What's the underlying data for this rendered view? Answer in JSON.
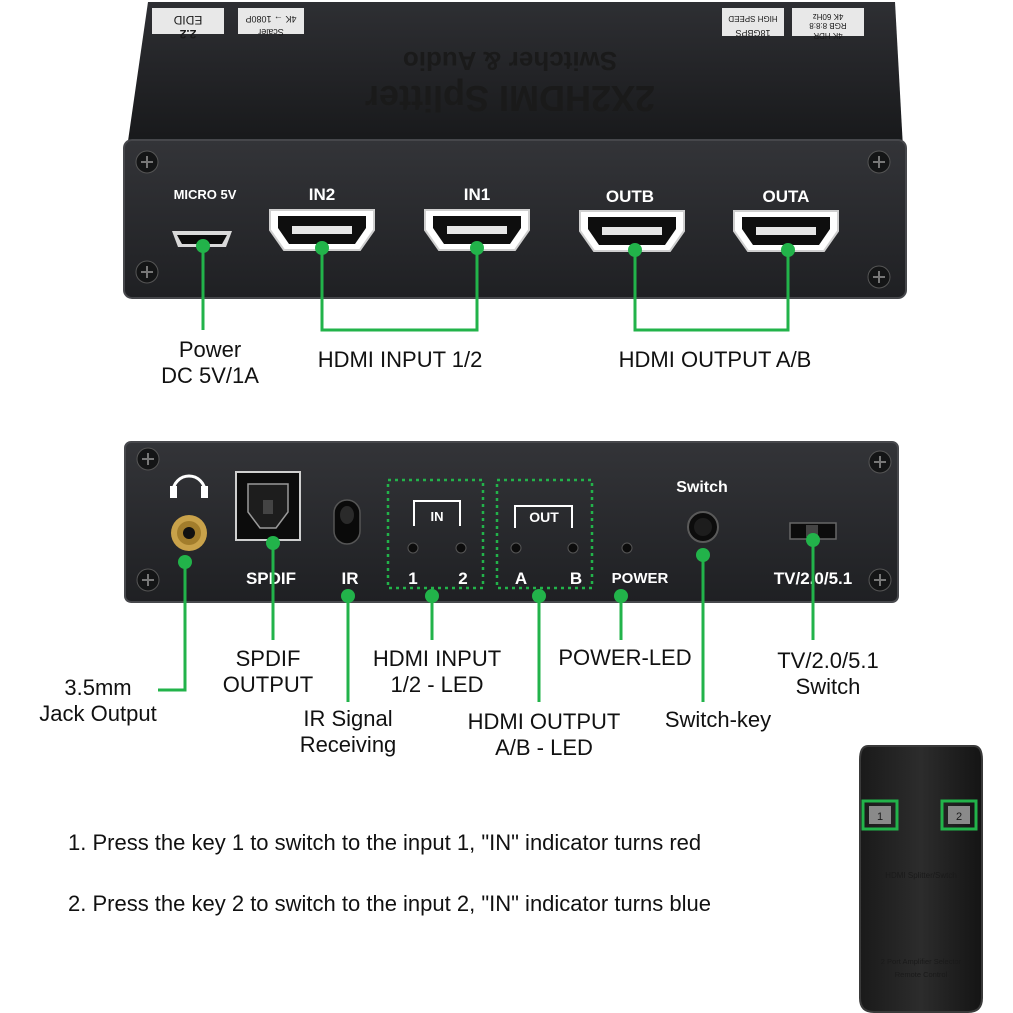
{
  "top_panel": {
    "title": "2X2HDMI Splitter",
    "subtitle": "Switcher & Audio",
    "badges": [
      "EDID",
      "2.2",
      "4K → 1080P",
      "Scaler",
      "HIGH SPEED",
      "18GBPS",
      "4K 60Hz",
      "RGB 8:8:8",
      "4K HDR"
    ],
    "port_labels": {
      "micro": "MICRO 5V",
      "in2": "IN2",
      "in1": "IN1",
      "outb": "OUTB",
      "outa": "OUTA"
    }
  },
  "top_callouts": {
    "power": [
      "Power",
      "DC 5V/1A"
    ],
    "hdmi_input": "HDMI INPUT 1/2",
    "hdmi_output": "HDMI OUTPUT A/B"
  },
  "bottom_panel": {
    "spdif": "SPDIF",
    "ir": "IR",
    "in_box": "IN",
    "in_1": "1",
    "in_2": "2",
    "out_box": "OUT",
    "out_a": "A",
    "out_b": "B",
    "power": "POWER",
    "switch": "Switch",
    "tv_switch": "TV/2.0/5.1"
  },
  "bottom_callouts": {
    "jack": [
      "3.5mm",
      "Jack Output"
    ],
    "spdif_output": [
      "SPDIF",
      "OUTPUT"
    ],
    "ir_signal": [
      "IR Signal",
      "Receiving"
    ],
    "input_led": [
      "HDMI INPUT",
      "1/2 - LED"
    ],
    "output_led": [
      "HDMI OUTPUT",
      "A/B - LED"
    ],
    "power_led": "POWER-LED",
    "switch_key": "Switch-key",
    "tv_switch": [
      "TV/2.0/5.1",
      "Switch"
    ]
  },
  "notes": [
    "1. Press the key 1 to switch to the input 1, \"IN\" indicator turns red",
    "2. Press the key 2 to switch to the input 2, \"IN\" indicator turns blue"
  ],
  "remote": {
    "key1": "1",
    "key2": "2",
    "label": "HDMI Splitter/Swtch",
    "footer_line1": "2 Port Amplifier Selector",
    "footer_line2": "Remote Control"
  },
  "colors": {
    "accent": "#22b34a",
    "panel": "#26272a",
    "body_top": "#1b1c1e",
    "jack": "#c9a24a"
  }
}
